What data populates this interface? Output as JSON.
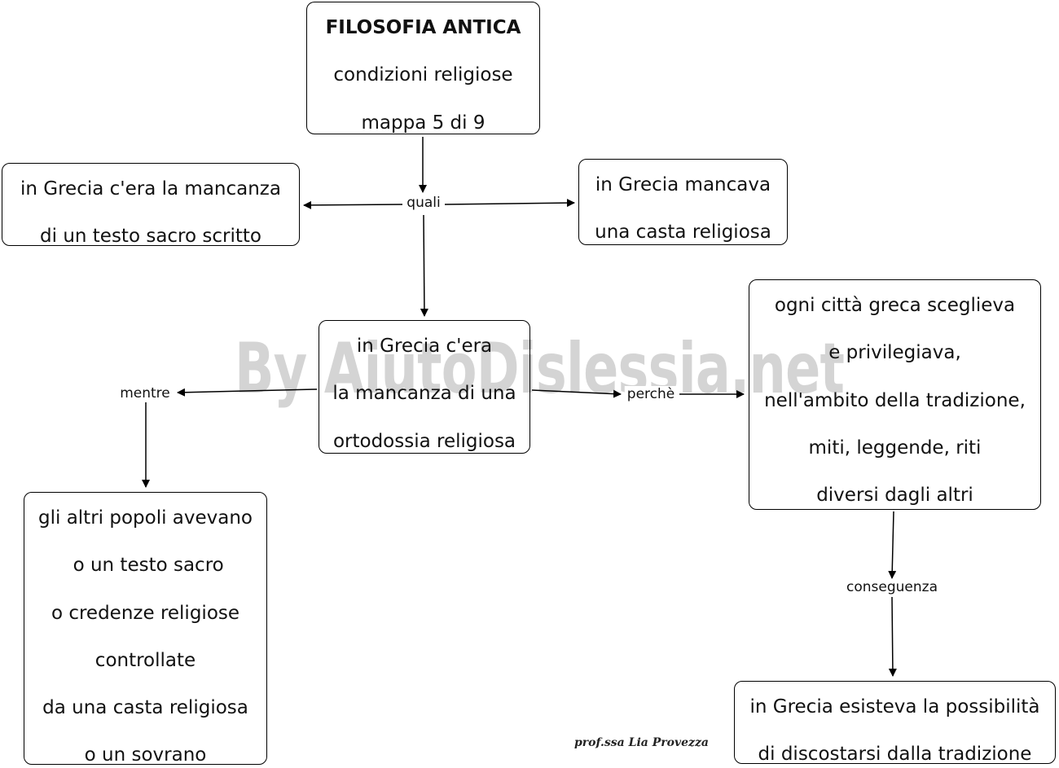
{
  "nodes": {
    "title": {
      "lines": [
        "FILOSOFIA ANTICA",
        "condizioni religiose",
        "mappa 5 di 9"
      ]
    },
    "no_sacred_text": {
      "lines": [
        "in Grecia  c'era la mancanza",
        "di un testo sacro scritto"
      ]
    },
    "no_priest_caste": {
      "lines": [
        "in Grecia mancava",
        "una casta religiosa"
      ]
    },
    "no_orthodoxy": {
      "lines": [
        "in Grecia c'era",
        "la mancanza di una",
        "ortodossia religiosa"
      ]
    },
    "city_traditions": {
      "lines": [
        "ogni città greca sceglieva",
        "e privilegiava,",
        "nell'ambito della tradizione,",
        "miti, leggende, riti",
        "diversi dagli altri"
      ]
    },
    "other_peoples": {
      "lines": [
        "gli altri popoli avevano",
        " o un testo sacro",
        "o credenze religiose",
        "controllate",
        "da una casta religiosa",
        "o un sovrano"
      ]
    },
    "departure_possible": {
      "lines": [
        "in Grecia esisteva la possibilità",
        "di discostarsi dalla tradizione"
      ]
    }
  },
  "links": {
    "quali": "quali",
    "perche": "perchè",
    "mentre": "mentre",
    "conseguenza": "conseguenza"
  },
  "watermark": "By AiutoDislessia.net",
  "signature": "prof.ssa Lia Provezza"
}
